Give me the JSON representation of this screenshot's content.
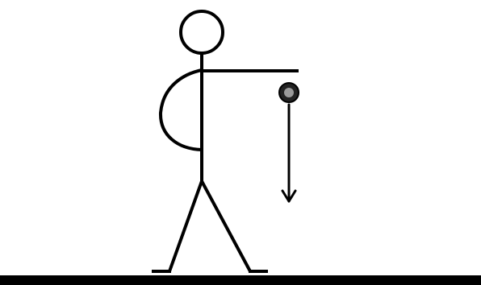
{
  "colors": {
    "background": "#ffffff",
    "ink": "#000000",
    "ball_fill": "#222222",
    "ball_highlight": "#9a9a9a"
  },
  "diagram": {
    "figure": "stick-figure",
    "object": "ball",
    "arrow_direction": "down",
    "surface": "ground-line"
  }
}
